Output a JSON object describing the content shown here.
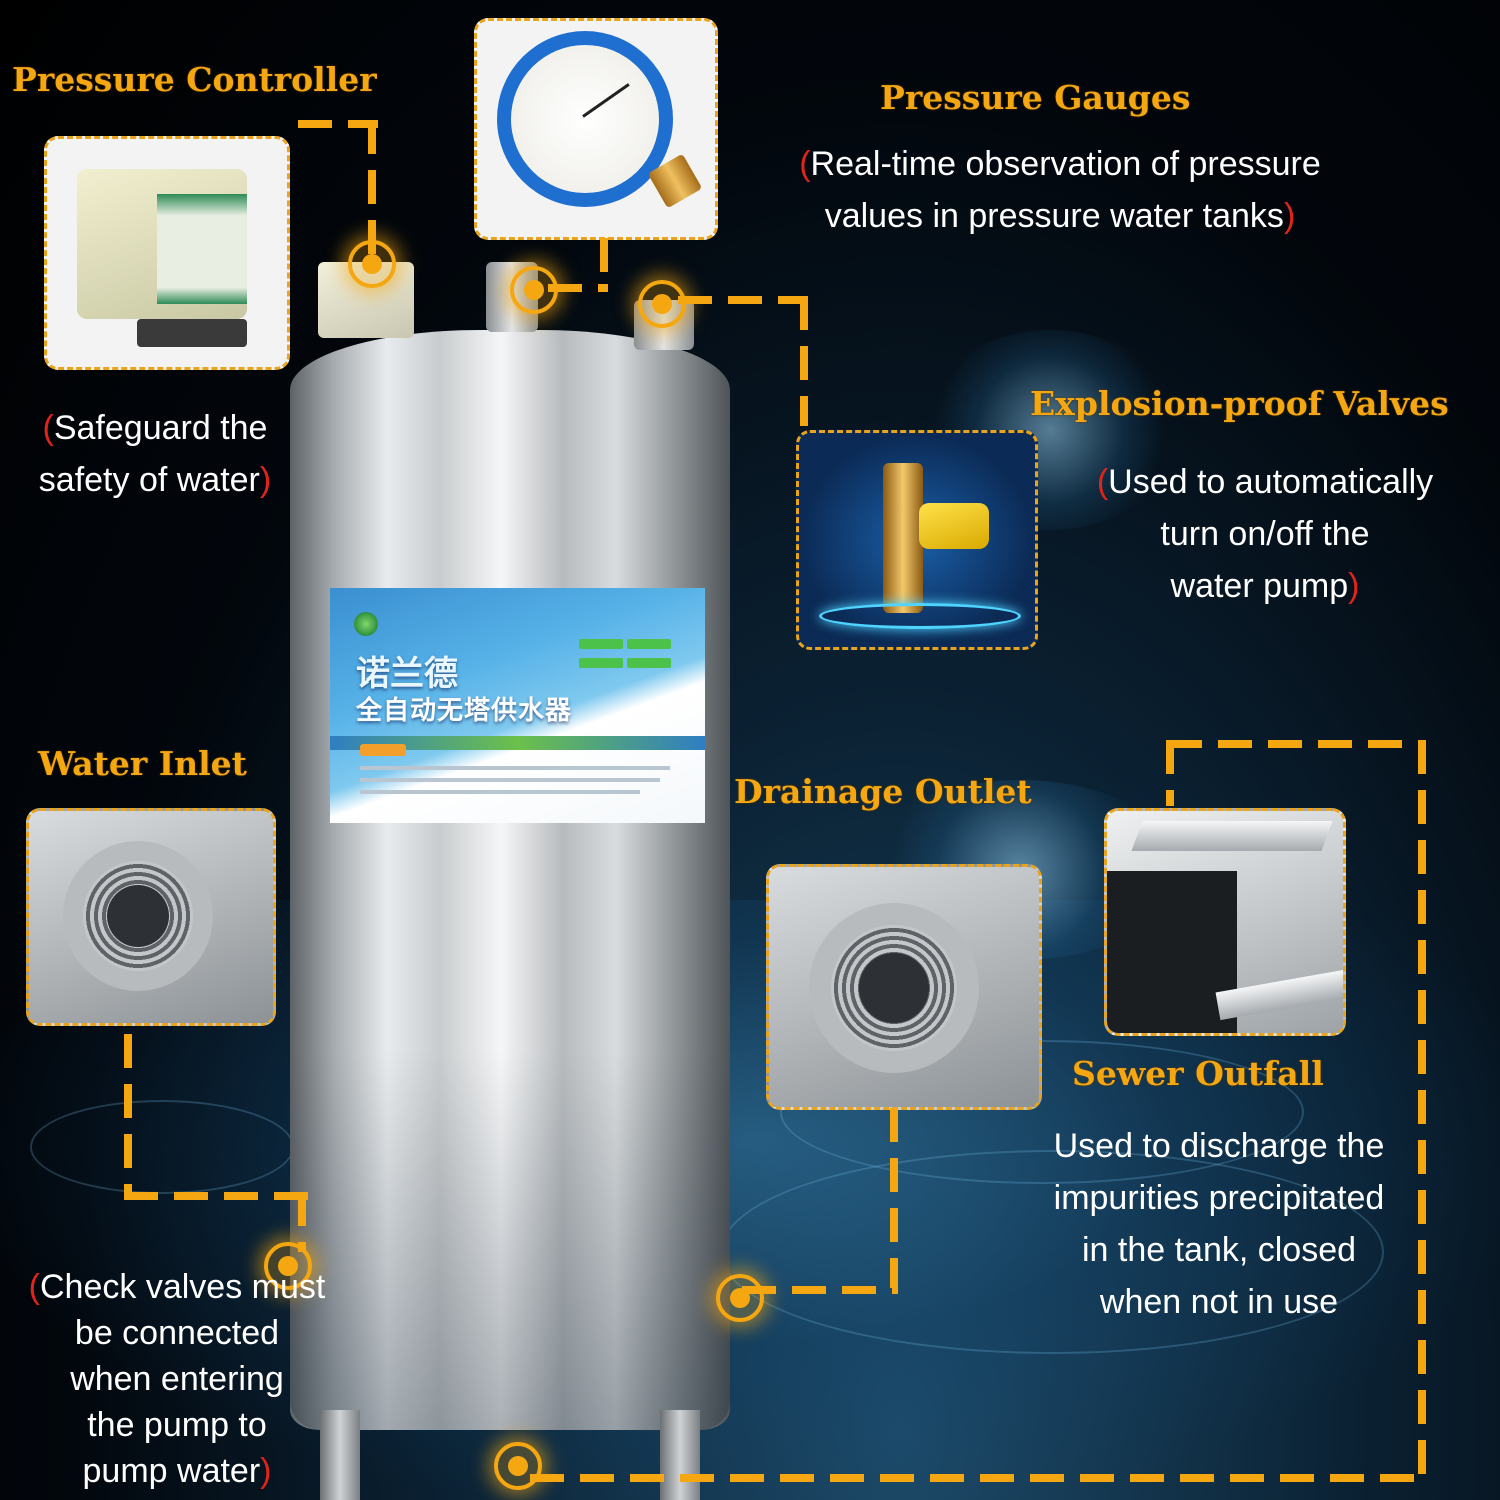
{
  "callouts": {
    "pressure_controller": {
      "title": "Pressure Controller",
      "desc_lines": [
        "Safeguard the",
        "safety of water"
      ]
    },
    "pressure_gauges": {
      "title": "Pressure Gauges",
      "desc_lines": [
        "Real-time observation of pressure",
        "values in pressure water tanks"
      ]
    },
    "explosion_proof_valves": {
      "title": "Explosion-proof Valves",
      "desc_lines": [
        "Used to automatically",
        "turn on/off the",
        "water pump"
      ]
    },
    "water_inlet": {
      "title": "Water Inlet",
      "desc_lines": [
        "Check valves must",
        "be connected",
        "when entering",
        "the pump to",
        "pump water"
      ]
    },
    "drainage_outlet": {
      "title": "Drainage Outlet"
    },
    "sewer_outfall": {
      "title": "Sewer Outfall",
      "desc_lines": [
        "Used to discharge the",
        "impurities precipitated",
        "in the tank, closed",
        "when not in use"
      ]
    }
  },
  "tank_label": {
    "brand": "诺兰德",
    "product": "全自动无塔供水器"
  },
  "colors": {
    "accent": "#f5a712",
    "paren": "#e0241b",
    "text": "#ffffff",
    "background": "#000000"
  }
}
